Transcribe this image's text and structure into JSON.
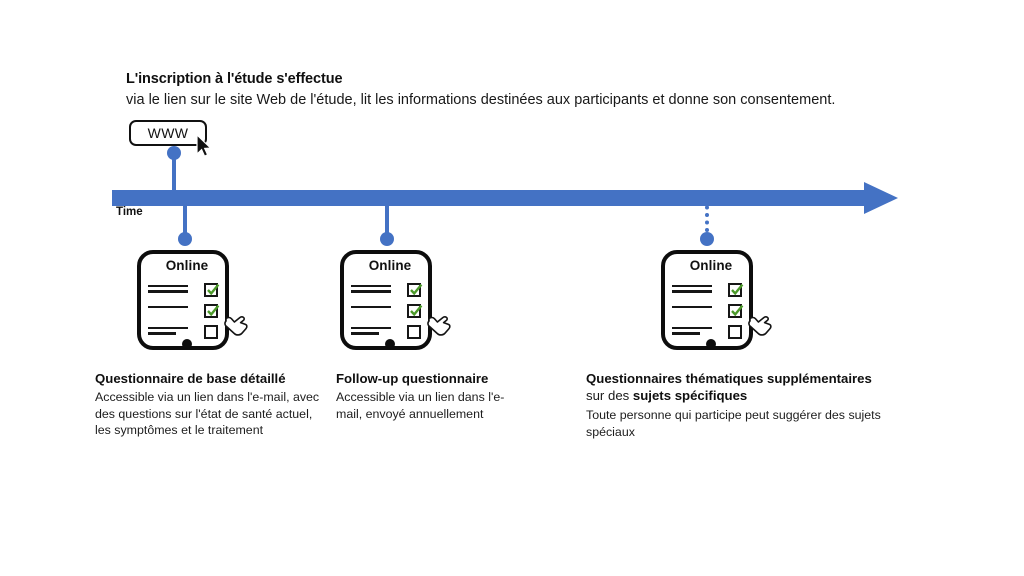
{
  "document": {
    "background_color": "#ffffff",
    "accent_blue": "#4472C4",
    "ink_black": "#111111",
    "check_green": "#4C9A2A"
  },
  "intro": {
    "title": "L'inscription à l'étude s'effectue",
    "subtitle": "via le lien sur le site Web de l'étude, lit les informations destinées aux participants et donne son consentement.",
    "chip_label": "WWW",
    "chip_icon": "arrow-cursor-icon"
  },
  "timeline": {
    "axis_label": "Time",
    "arrow_icon": "right-arrow-icon",
    "color": "#4472C4"
  },
  "milestones": [
    {
      "id": "baseline",
      "device_title": "Online",
      "connector_style": "solid",
      "checkboxes": [
        true,
        true,
        false
      ],
      "hand_icon": "pointing-hand-icon",
      "caption_title": "Questionnaire de base détaillé",
      "caption_body": "Accessible via un lien dans l'e-mail, avec des questions sur l'état de santé actuel, les symptômes et le traitement"
    },
    {
      "id": "followup",
      "device_title": "Online",
      "connector_style": "solid",
      "checkboxes": [
        true,
        true,
        false
      ],
      "hand_icon": "pointing-hand-icon",
      "caption_title": "Follow-up questionnaire",
      "caption_body": "Accessible via un lien dans l'e-mail, envoyé annuellement"
    },
    {
      "id": "thematic",
      "device_title": "Online",
      "connector_style": "dotted",
      "checkboxes": [
        true,
        true,
        false
      ],
      "hand_icon": "pointing-hand-icon",
      "caption_title": "Questionnaires thématiques supplémentaires",
      "caption_title_line2_prefix": "sur des ",
      "caption_title_line2_bold": "sujets spécifiques",
      "caption_body": "Toute personne qui participe peut suggérer des sujets spéciaux"
    }
  ]
}
